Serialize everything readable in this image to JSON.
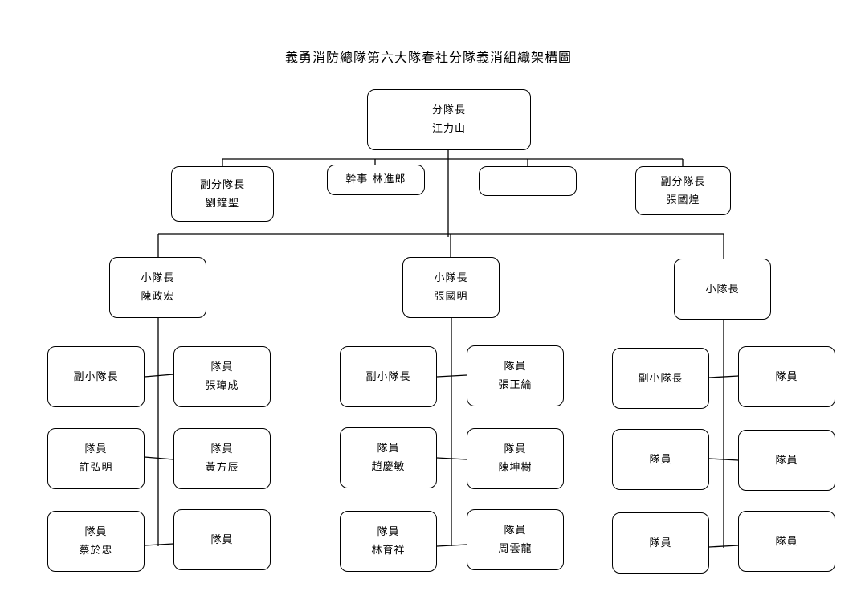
{
  "title": "義勇消防總隊第六大隊春社分隊義消組織架構圖",
  "nodes": {
    "captain": {
      "role": "分隊長",
      "name": "江力山"
    },
    "vice_captain_left": {
      "role": "副分隊長",
      "name": "劉鐘聖"
    },
    "secretary": {
      "label": "幹事 林進郎"
    },
    "blank_post": {
      "label": ""
    },
    "vice_captain_right": {
      "role": "副分隊長",
      "name": "張國煌"
    },
    "squad1_leader": {
      "role": "小隊長",
      "name": "陳政宏"
    },
    "squad2_leader": {
      "role": "小隊長",
      "name": "張國明"
    },
    "squad3_leader": {
      "role": "小隊長",
      "name": ""
    },
    "s1_vice": {
      "role": "副小隊長",
      "name": ""
    },
    "s1_m1": {
      "role": "隊員",
      "name": "張瑋成"
    },
    "s1_m2": {
      "role": "隊員",
      "name": "許弘明"
    },
    "s1_m3": {
      "role": "隊員",
      "name": "黃方辰"
    },
    "s1_m4": {
      "role": "隊員",
      "name": "蔡於忠"
    },
    "s1_m5": {
      "role": "隊員",
      "name": ""
    },
    "s2_vice": {
      "role": "副小隊長",
      "name": ""
    },
    "s2_m1": {
      "role": "隊員",
      "name": "張正綸"
    },
    "s2_m2": {
      "role": "隊員",
      "name": "趙慶敏"
    },
    "s2_m3": {
      "role": "隊員",
      "name": "陳坤樹"
    },
    "s2_m4": {
      "role": "隊員",
      "name": "林育祥"
    },
    "s2_m5": {
      "role": "隊員",
      "name": "周雲龍"
    },
    "s3_vice": {
      "role": "副小隊長",
      "name": ""
    },
    "s3_m1": {
      "role": "隊員",
      "name": ""
    },
    "s3_m2": {
      "role": "隊員",
      "name": ""
    },
    "s3_m3": {
      "role": "隊員",
      "name": ""
    },
    "s3_m4": {
      "role": "隊員",
      "name": ""
    },
    "s3_m5": {
      "role": "隊員",
      "name": ""
    }
  }
}
